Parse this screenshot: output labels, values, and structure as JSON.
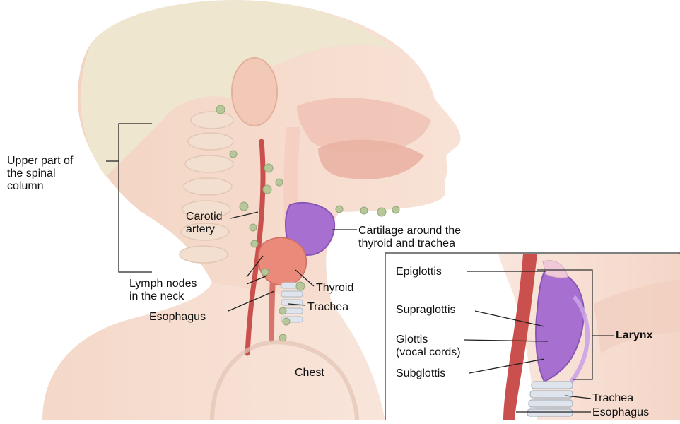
{
  "labels": {
    "spinal_column": "Upper part of\nthe spinal\ncolumn",
    "carotid_artery": "Carotid\nartery",
    "cartilage": "Cartilage around the\nthyroid and trachea",
    "lymph_nodes": "Lymph nodes\nin the neck",
    "thyroid": "Thyroid",
    "trachea_main": "Trachea",
    "esophagus_main": "Esophagus",
    "chest": "Chest",
    "epiglottis": "Epiglottis",
    "supraglottis": "Supraglottis",
    "glottis": "Glottis\n(vocal cords)",
    "subglottis": "Subglottis",
    "larynx": "Larynx",
    "trachea_inset": "Trachea",
    "esophagus_inset": "Esophagus"
  },
  "colors": {
    "skin": "#f6dccf",
    "skin_dark": "#eec2b0",
    "hair": "#efe6cf",
    "larynx": "#a76fd0",
    "artery": "#c9504c",
    "lymph": "#b7c79a",
    "thyroid": "#e98a7a"
  }
}
